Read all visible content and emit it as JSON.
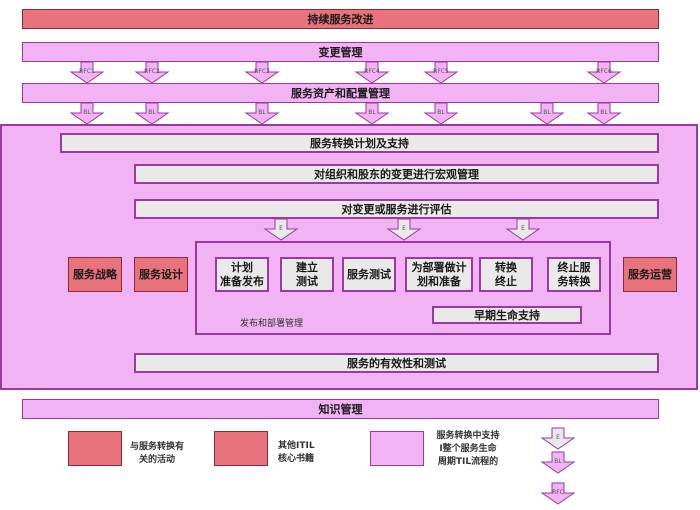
{
  "colors": {
    "activity_red": "#e8737d",
    "process_pink": "#f2b3f5",
    "gray_box": "#e9e9e9",
    "border_purple": "#9a3aa0"
  },
  "top": {
    "continual_improvement": "持续服务改进",
    "change_management": "变更管理",
    "asset_config_management": "服务资产和配置管理"
  },
  "rfc_arrows": [
    "RFC1",
    "RFC2",
    "RFC3",
    "RFC4",
    "RFC5",
    "RFC6"
  ],
  "bl_arrow_label": "BL",
  "e_arrow_label": "E",
  "main": {
    "transition_planning": "服务转换计划及支持",
    "org_change_management": "对组织和股东的变更进行宏观管理",
    "evaluation": "对变更或服务进行评估",
    "service_strategy": "服务战略",
    "service_design": "服务设计",
    "service_operation": "服务运营",
    "release_steps": [
      {
        "line1": "计划",
        "line2": "准备发布"
      },
      {
        "line1": "建立",
        "line2": "测试"
      },
      {
        "line1": "服务测试",
        "line2": ""
      },
      {
        "line1": "为部署做计",
        "line2": "划和准备"
      },
      {
        "line1": "转换",
        "line2": "终止"
      },
      {
        "line1": "终止服",
        "line2": "务转换"
      }
    ],
    "release_deploy_label": "发布和部署管理",
    "early_life_support": "早期生命支持",
    "validation_testing": "服务的有效性和测试"
  },
  "knowledge_management": "知识管理",
  "legend": {
    "red_activity": {
      "line1": "与服务转换有",
      "line2": "关的活动"
    },
    "red_core": {
      "line1": "其他ITIL",
      "line2": "核心书籍"
    },
    "pink_process": {
      "line1": "服务转换中支持",
      "line2": "I整个服务生命",
      "line3": "周期TIL流程的"
    },
    "arrows": [
      "E",
      "BL",
      "RFC"
    ]
  }
}
